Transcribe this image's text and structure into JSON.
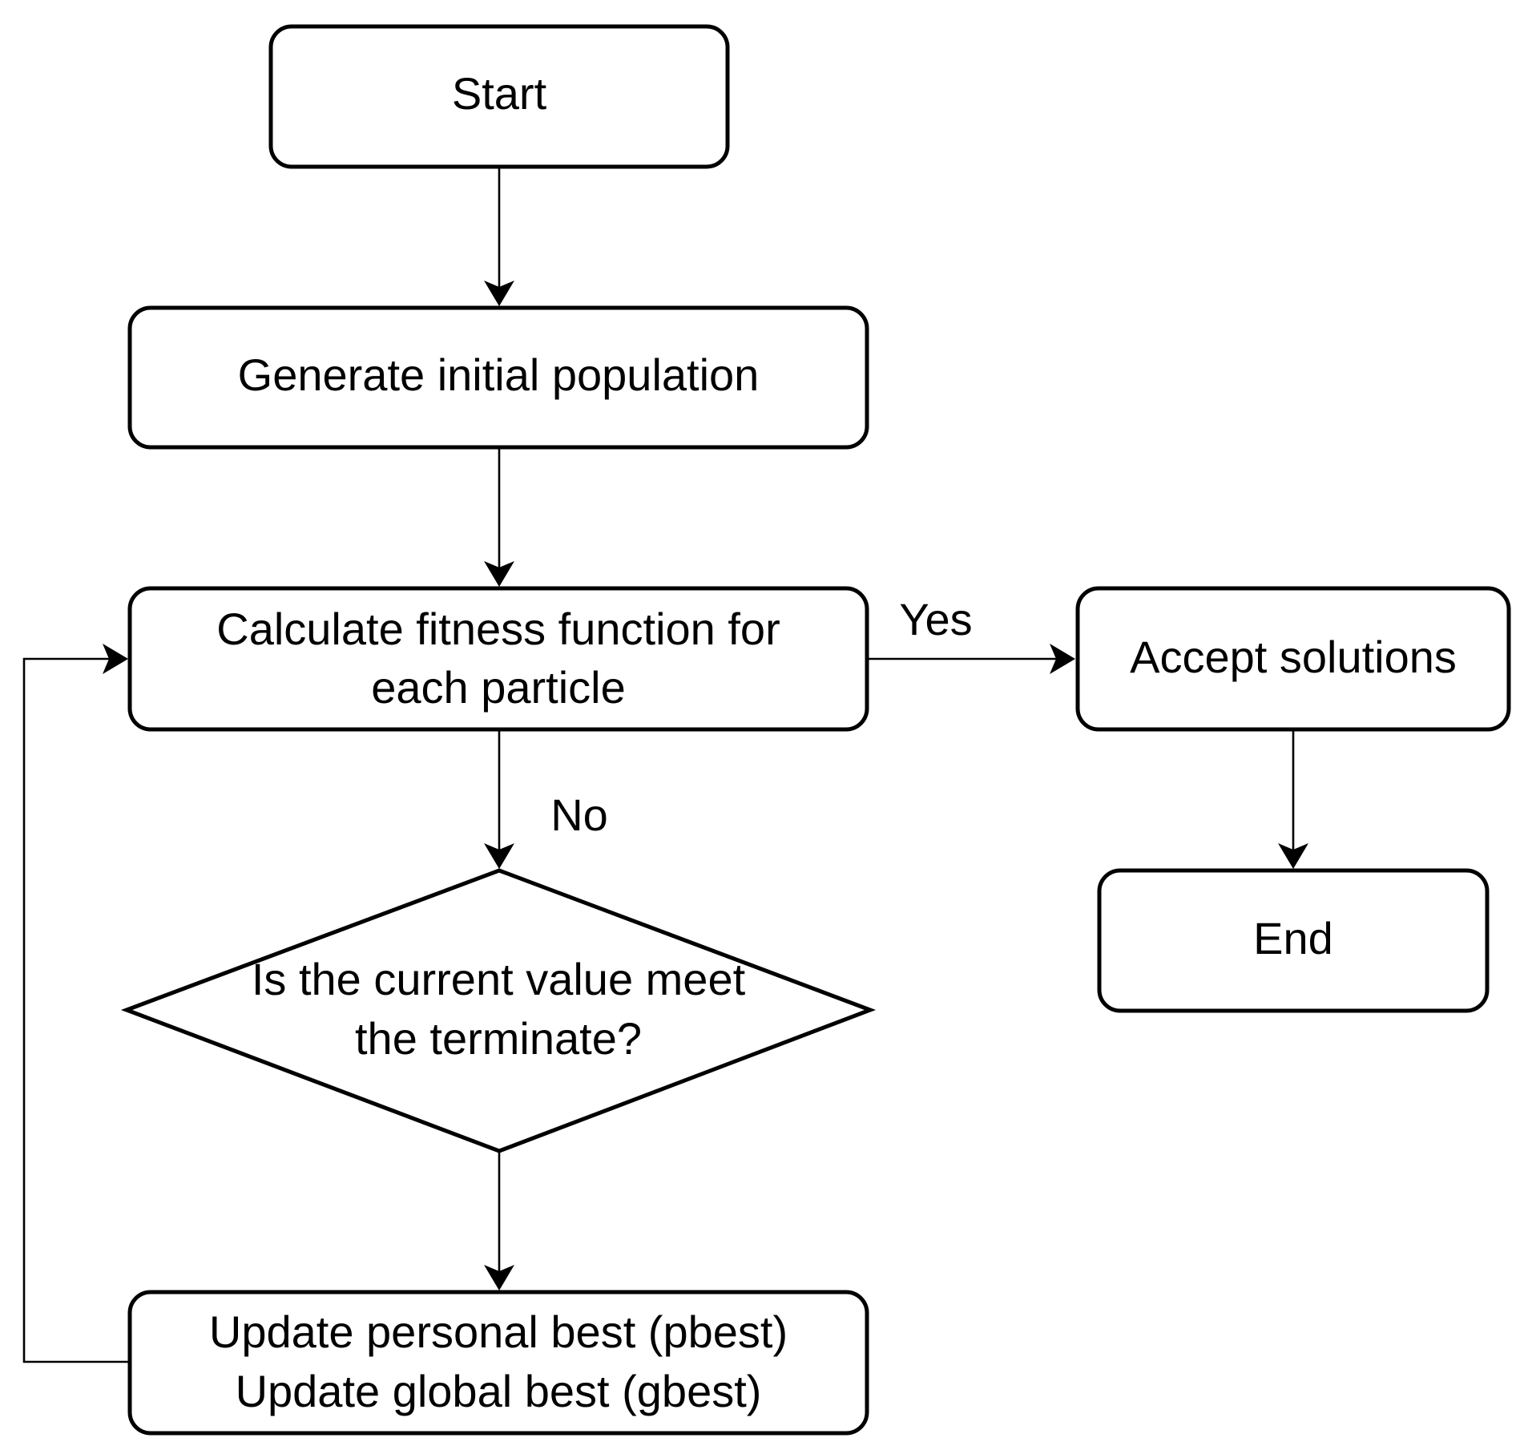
{
  "nodes": {
    "start": {
      "label": "Start"
    },
    "generate": {
      "label": "Generate initial population"
    },
    "calculate": {
      "line1": "Calculate fitness function for",
      "line2": "each particle"
    },
    "decision": {
      "line1": "Is the current value meet",
      "line2": "the terminate?"
    },
    "update": {
      "line1": "Update personal best (pbest)",
      "line2": "Update global best (gbest)"
    },
    "accept": {
      "label": "Accept solutions"
    },
    "end": {
      "label": "End"
    }
  },
  "edges": {
    "yes_label": "Yes",
    "no_label": "No"
  },
  "colors": {
    "stroke": "#000000",
    "fill": "#ffffff",
    "text": "#000000"
  }
}
